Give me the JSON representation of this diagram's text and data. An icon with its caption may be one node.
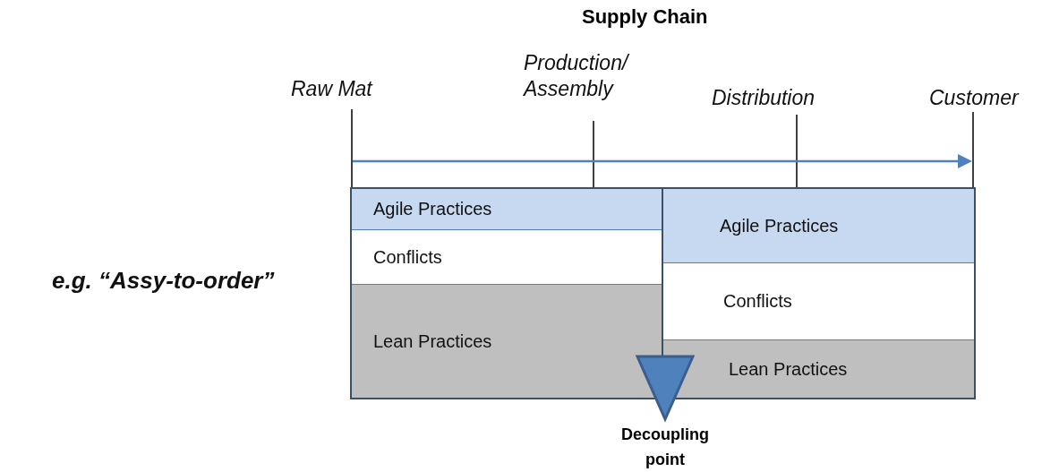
{
  "diagram": {
    "title": "Supply Chain",
    "nodes": [
      {
        "text": [],
        "shape": "box"
      },
      {
        "text": [
          "Agile Practices"
        ],
        "in": 0
      },
      {
        "text": [
          "Conflicts"
        ],
        "in": 0
      },
      {
        "text": [
          "Lean Practices"
        ],
        "in": 0
      },
      {
        "text": [
          "Agile Practices"
        ],
        "in": 0
      },
      {
        "text": [
          "Conflicts"
        ],
        "in": 0
      },
      {
        "text": [
          "Lean Practices"
        ],
        "in": 0
      },
      {
        "text": [],
        "shape": "triangle",
        "beside": [
          "Decoupling point"
        ]
      }
    ],
    "edges": [],
    "labels": [
      "Raw Mat",
      "Production/ Assembly",
      "Distribution",
      "Customer",
      "e.g. “Assy-to-order”"
    ]
  }
}
